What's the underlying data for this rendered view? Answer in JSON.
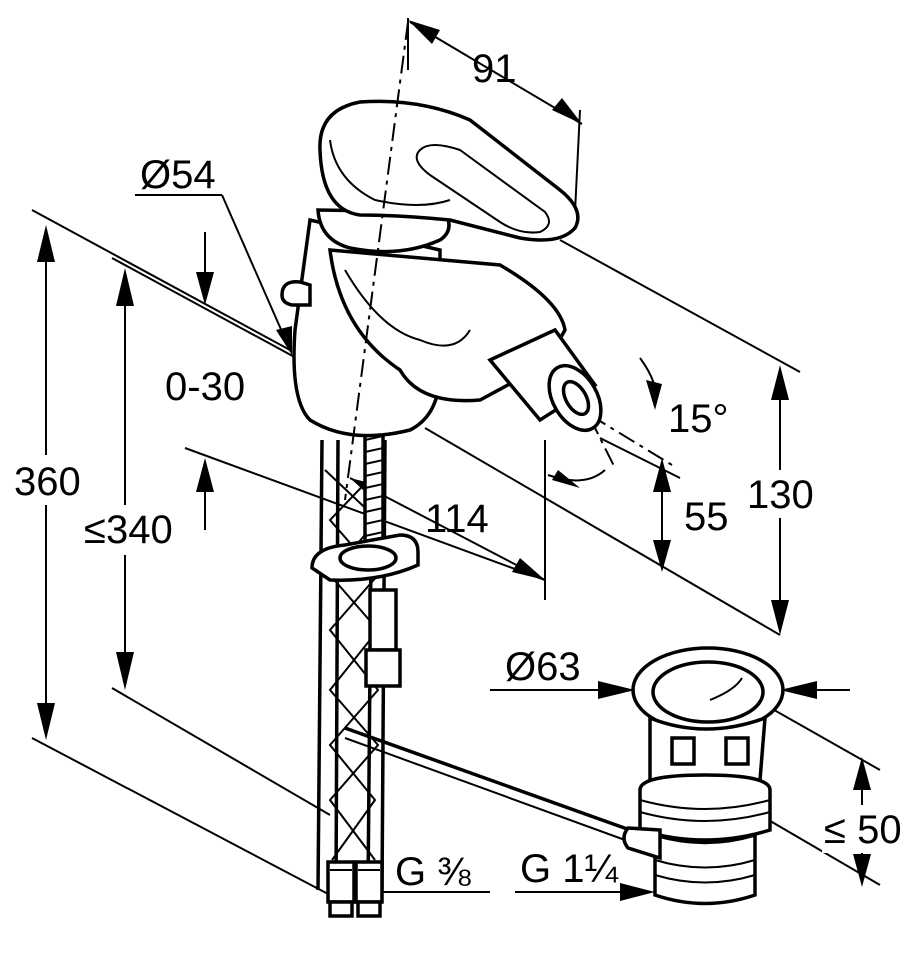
{
  "dimensions": {
    "lever_reach": "91",
    "body_diameter": "Ø54",
    "deck_thickness": "0-30",
    "total_height": "360",
    "under_deck_length": "≤340",
    "spout_projection": "114",
    "spout_angle": "15°",
    "outlet_height": "55",
    "spout_height": "130",
    "waste_diameter": "Ø63",
    "waste_height": "≤ 50",
    "hose_connection": "G ⅜",
    "waste_connection": "G 1¼"
  },
  "colors": {
    "line": "#000000",
    "background": "#ffffff"
  }
}
